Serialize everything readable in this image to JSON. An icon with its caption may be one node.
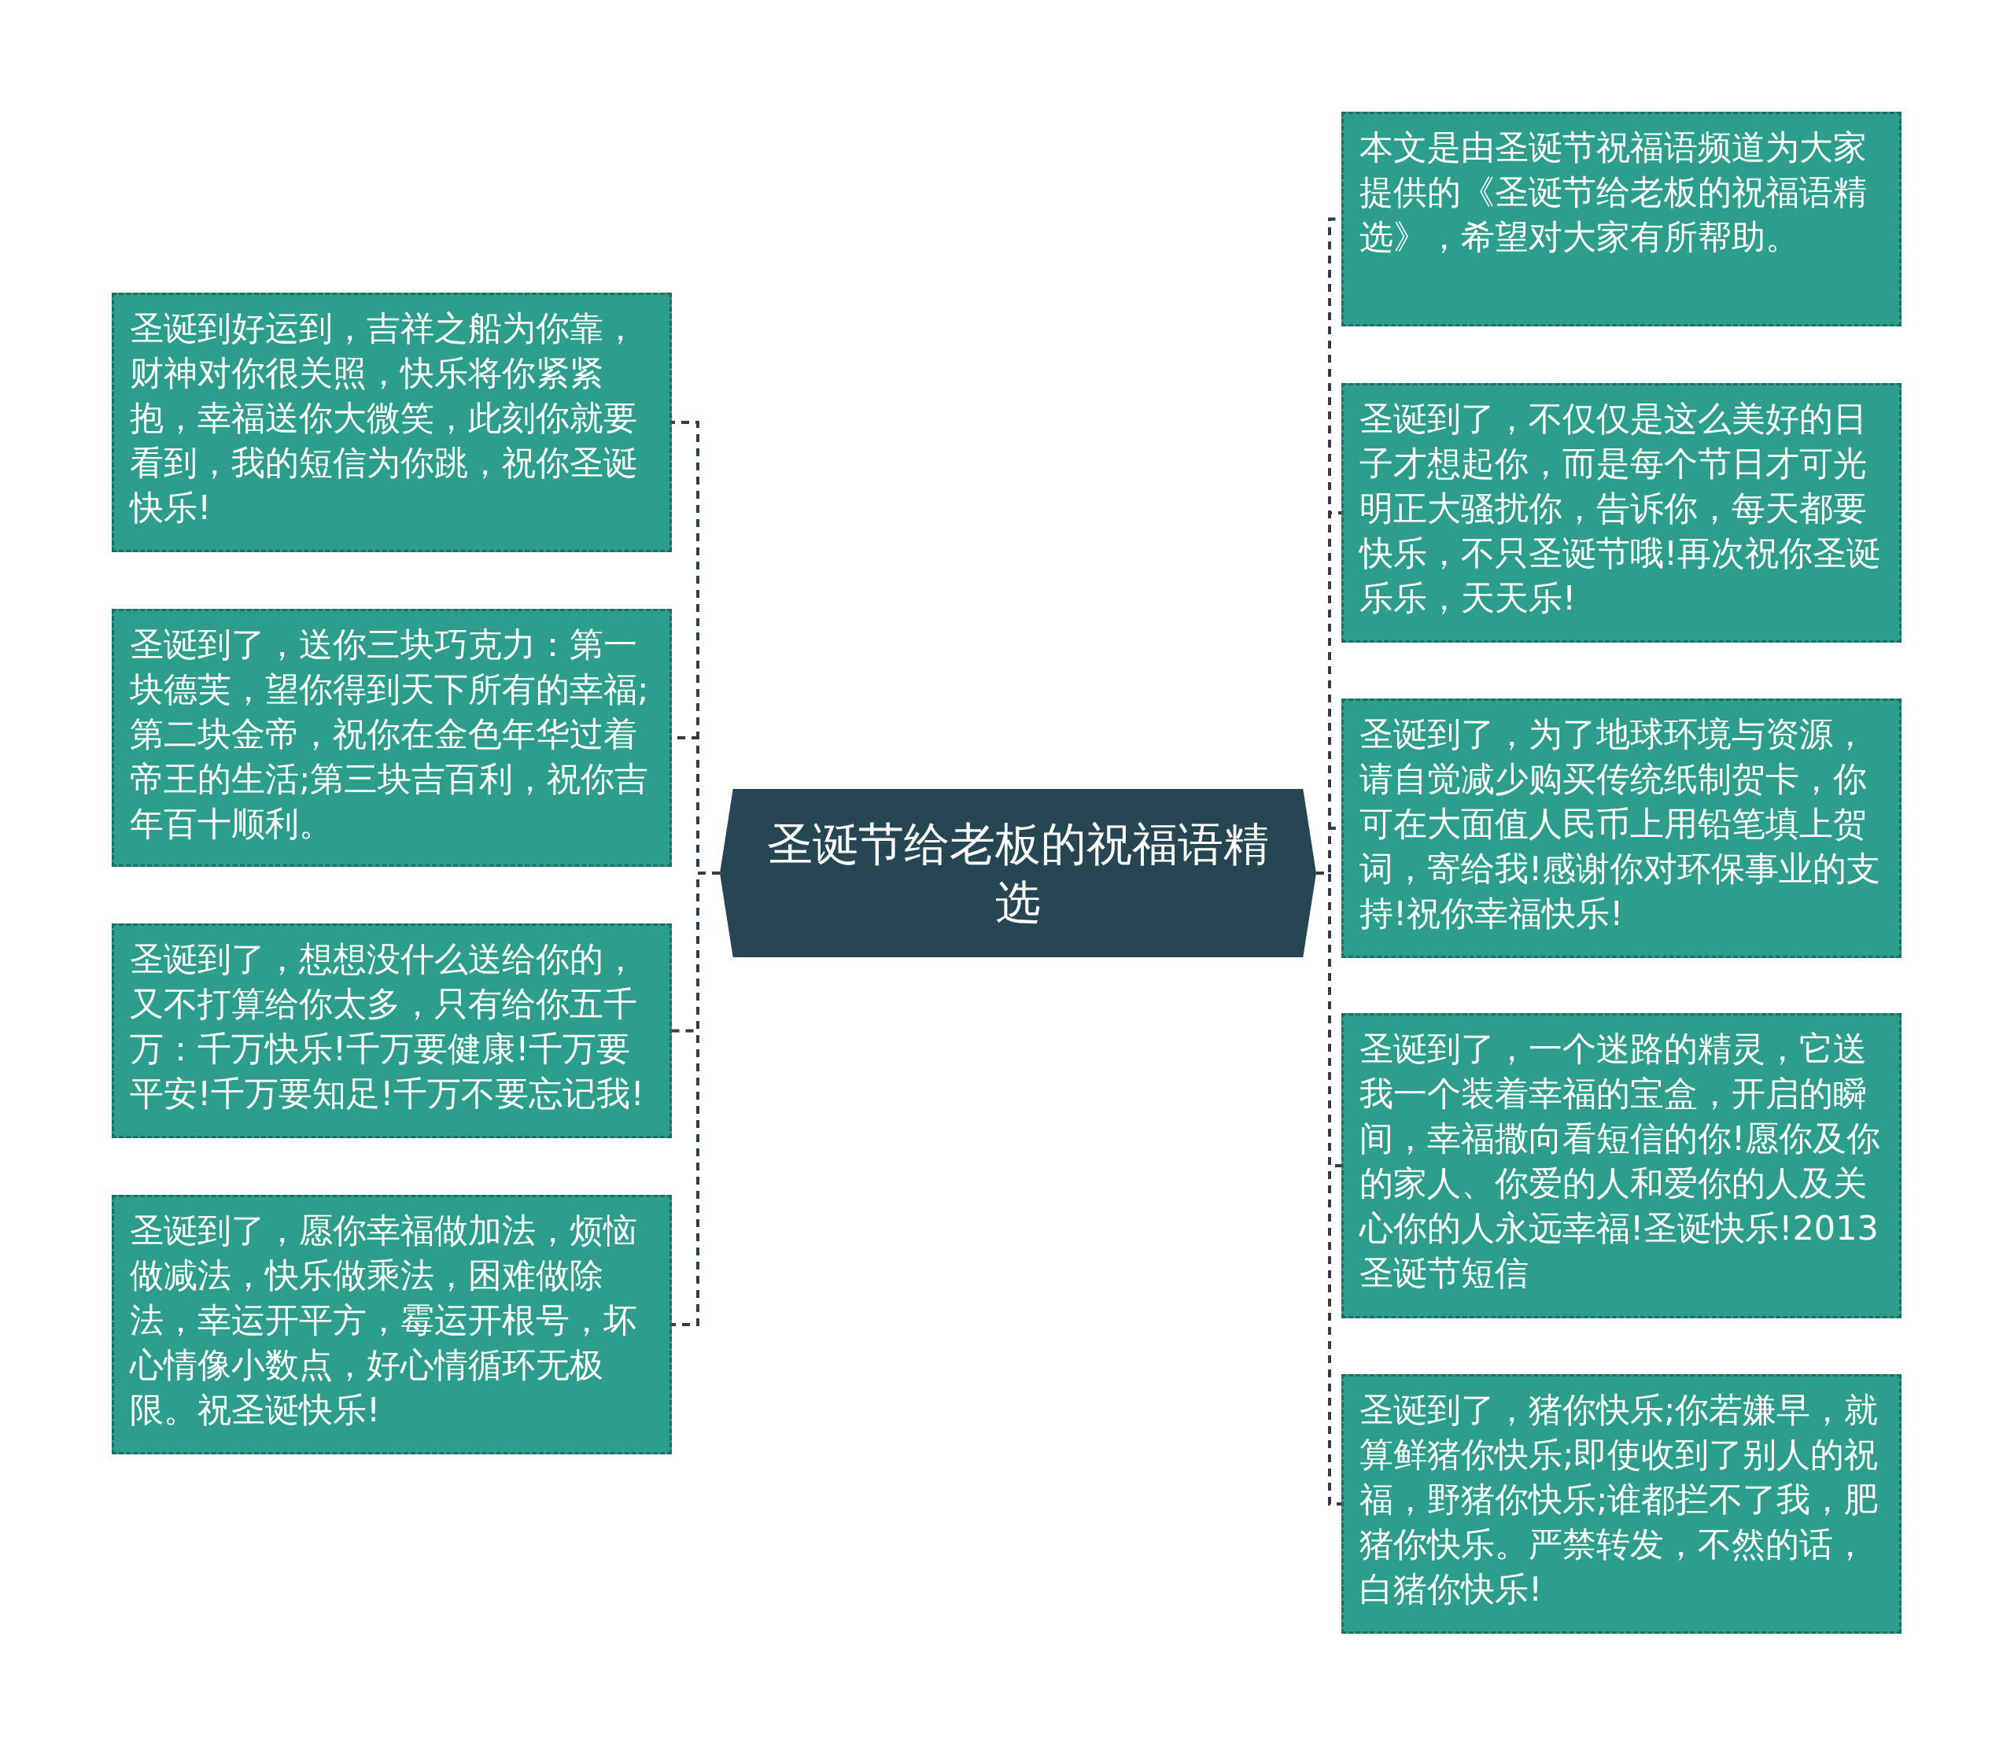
{
  "diagram": {
    "nodes": [
      {
        "text": [
          "圣诞节给老板的祝福语精选"
        ]
      },
      {
        "text": [
          "圣诞到好运到，吉祥之船为你靠，财神对你很关照，快乐将你紧紧抱，幸福送你大微笑，此刻你就要看到，我的短信为你跳，祝你圣诞快乐!"
        ]
      },
      {
        "text": [
          "圣诞到了，送你三块巧克力：第一块德芙，望你得到天下所有的幸福;第二块金帝，祝你在金色年华过着帝王的生活;第三块吉百利，祝你吉年百十顺利。"
        ]
      },
      {
        "text": [
          "圣诞到了，想想没什么送给你的，又不打算给你太多，只有给你五千万：千万快乐!千万要健康!千万要平安!千万要知足!千万不要忘记我!"
        ]
      },
      {
        "text": [
          "圣诞到了，愿你幸福做加法，烦恼做减法，快乐做乘法，困难做除法，幸运开平方，霉运开根号，坏心情像小数点，好心情循环无极限。祝圣诞快乐!"
        ]
      },
      {
        "text": [
          "本文是由圣诞节祝福语频道为大家提供的《圣诞节给老板的祝福语精选》，希望对大家有所帮助。"
        ]
      },
      {
        "text": [
          "圣诞到了，不仅仅是这么美好的日子才想起你，而是每个节日才可光明正大骚扰你，告诉你，每天都要快乐，不只圣诞节哦!再次祝你圣诞乐乐，天天乐!"
        ]
      },
      {
        "text": [
          "圣诞到了，为了地球环境与资源，请自觉减少购买传统纸制贺卡，你可在大面值人民币上用铅笔填上贺词，寄给我!感谢你对环保事业的支持!祝你幸福快乐!"
        ]
      },
      {
        "text": [
          "圣诞到了，一个迷路的精灵，它送我一个装着幸福的宝盒，开启的瞬间，幸福撒向看短信的你!愿你及你的家人、你爱的人和爱你的人及关心你的人永远幸福!圣诞快乐!2013圣诞节短信"
        ]
      },
      {
        "text": [
          "圣诞到了，猪你快乐;你若嫌早，就算鲜猪你快乐;即使收到了别人的祝福，野猪你快乐;谁都拦不了我，肥猪你快乐。严禁转发，不然的话，白猪你快乐!"
        ]
      }
    ],
    "edges": [
      {
        "from": 0,
        "to": 1,
        "arrow": "none",
        "style": "dashed"
      },
      {
        "from": 0,
        "to": 2,
        "arrow": "none",
        "style": "dashed"
      },
      {
        "from": 0,
        "to": 3,
        "arrow": "none",
        "style": "dashed"
      },
      {
        "from": 0,
        "to": 4,
        "arrow": "none",
        "style": "dashed"
      },
      {
        "from": 0,
        "to": 5,
        "arrow": "none",
        "style": "dashed"
      },
      {
        "from": 0,
        "to": 6,
        "arrow": "none",
        "style": "dashed"
      },
      {
        "from": 0,
        "to": 7,
        "arrow": "none",
        "style": "dashed"
      },
      {
        "from": 0,
        "to": 8,
        "arrow": "none",
        "style": "dashed"
      },
      {
        "from": 0,
        "to": 9,
        "arrow": "none",
        "style": "dashed"
      }
    ]
  }
}
